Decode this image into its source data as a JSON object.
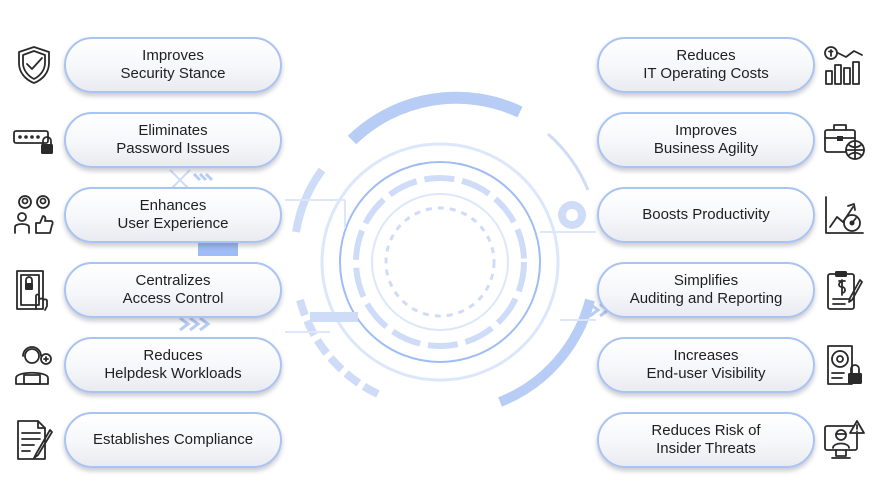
{
  "left_benefits": [
    {
      "line1": "Improves",
      "line2": "Security Stance",
      "icon": "shield-check-icon"
    },
    {
      "line1": "Eliminates",
      "line2": "Password Issues",
      "icon": "password-lock-icon"
    },
    {
      "line1": "Enhances",
      "line2": "User Experience",
      "icon": "users-thumbs-up-icon"
    },
    {
      "line1": "Centralizes",
      "line2": "Access Control",
      "icon": "door-access-icon"
    },
    {
      "line1": "Reduces",
      "line2": "Helpdesk Workloads",
      "icon": "helpdesk-agent-icon"
    },
    {
      "line1": "Establishes Compliance",
      "line2": "",
      "icon": "compliance-document-icon"
    }
  ],
  "right_benefits": [
    {
      "line1": "Reduces",
      "line2": "IT Operating Costs",
      "icon": "cost-bars-icon"
    },
    {
      "line1": "Improves",
      "line2": "Business Agility",
      "icon": "briefcase-globe-icon"
    },
    {
      "line1": "Boosts Productivity",
      "line2": "",
      "icon": "productivity-chart-icon"
    },
    {
      "line1": "Simplifies",
      "line2": "Auditing and Reporting",
      "icon": "audit-clipboard-icon"
    },
    {
      "line1": "Increases",
      "line2": "End-user Visibility",
      "icon": "visibility-document-icon"
    },
    {
      "line1": "Reduces Risk of",
      "line2": "Insider Threats",
      "icon": "insider-threat-icon"
    }
  ],
  "colors": {
    "accent": "#a9c3f2",
    "background_graphic": "#9ebcf5",
    "background_graphic_light": "#dce7fb",
    "icon": "#2a2a2a",
    "text": "#1f1f1f"
  }
}
